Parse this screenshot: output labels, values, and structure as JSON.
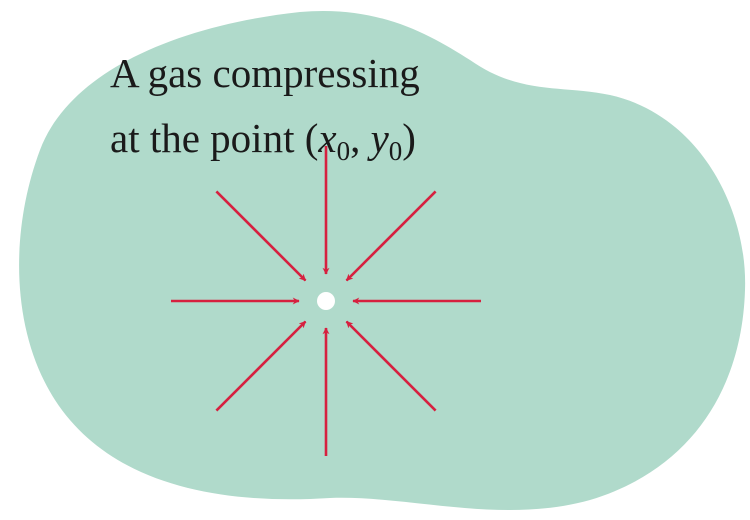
{
  "figure": {
    "region_fill": "#b0dacb",
    "arrow_color": "#d6203f",
    "point_color": "#ffffff",
    "arrow_count": 8,
    "arrow_direction": "inward toward point"
  },
  "caption": {
    "line1": "A gas compressing",
    "line2_prefix": "at the point (",
    "x_var": "x",
    "x_sub": "0",
    "separator": ", ",
    "y_var": "y",
    "y_sub": "0",
    "line2_suffix": ")"
  }
}
